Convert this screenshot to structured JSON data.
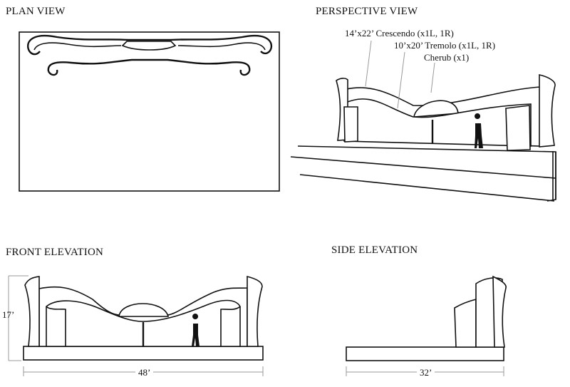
{
  "views": {
    "plan": {
      "title": "PLAN VIEW"
    },
    "perspective": {
      "title": "PERSPECTIVE VIEW",
      "callouts": [
        "14’x22’ Crescendo (x1L, 1R)",
        "10’x20’ Tremolo (x1L, 1R)",
        "Cherub (x1)"
      ]
    },
    "front": {
      "title": "FRONT ELEVATION",
      "height_dim": "17’",
      "width_dim": "48’"
    },
    "side": {
      "title": "SIDE ELEVATION",
      "width_dim": "32’"
    }
  }
}
